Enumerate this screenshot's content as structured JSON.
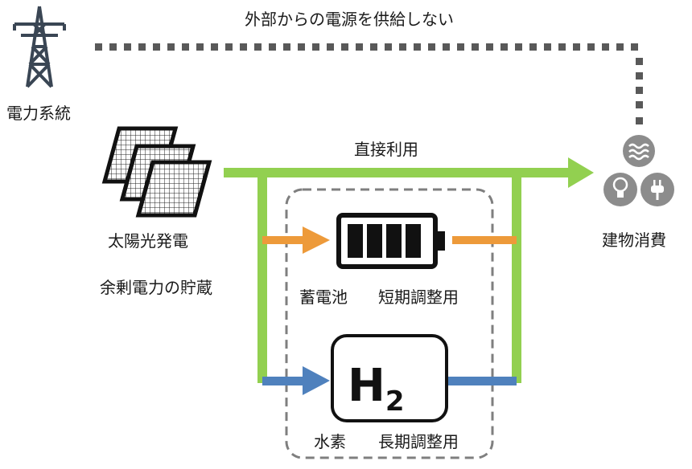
{
  "labels": {
    "no_external": "外部からの電源を供給しない",
    "grid": "電力系統",
    "solar": "太陽光発電",
    "direct_use": "直接利用",
    "surplus_storage": "余剰電力の貯蔵",
    "consumption": "建物消費",
    "battery": "蓄電池",
    "battery_term": "短期調整用",
    "hydrogen": "水素",
    "hydrogen_term": "長期調整用",
    "h2_symbol": "H",
    "h2_subscript": "2"
  },
  "colors": {
    "green_line": "#92d050",
    "orange_arrow": "#ed9a3a",
    "blue_arrow": "#4f81bd",
    "grid_dots": "#595959",
    "dashed_box": "#7f7f7f",
    "icon_gray": "#8c8c8c"
  },
  "icons": [
    "transmission-tower-icon",
    "solar-panels-icon",
    "battery-icon",
    "hydrogen-tank-icon",
    "heat-icon",
    "lightbulb-icon",
    "plug-icon"
  ]
}
